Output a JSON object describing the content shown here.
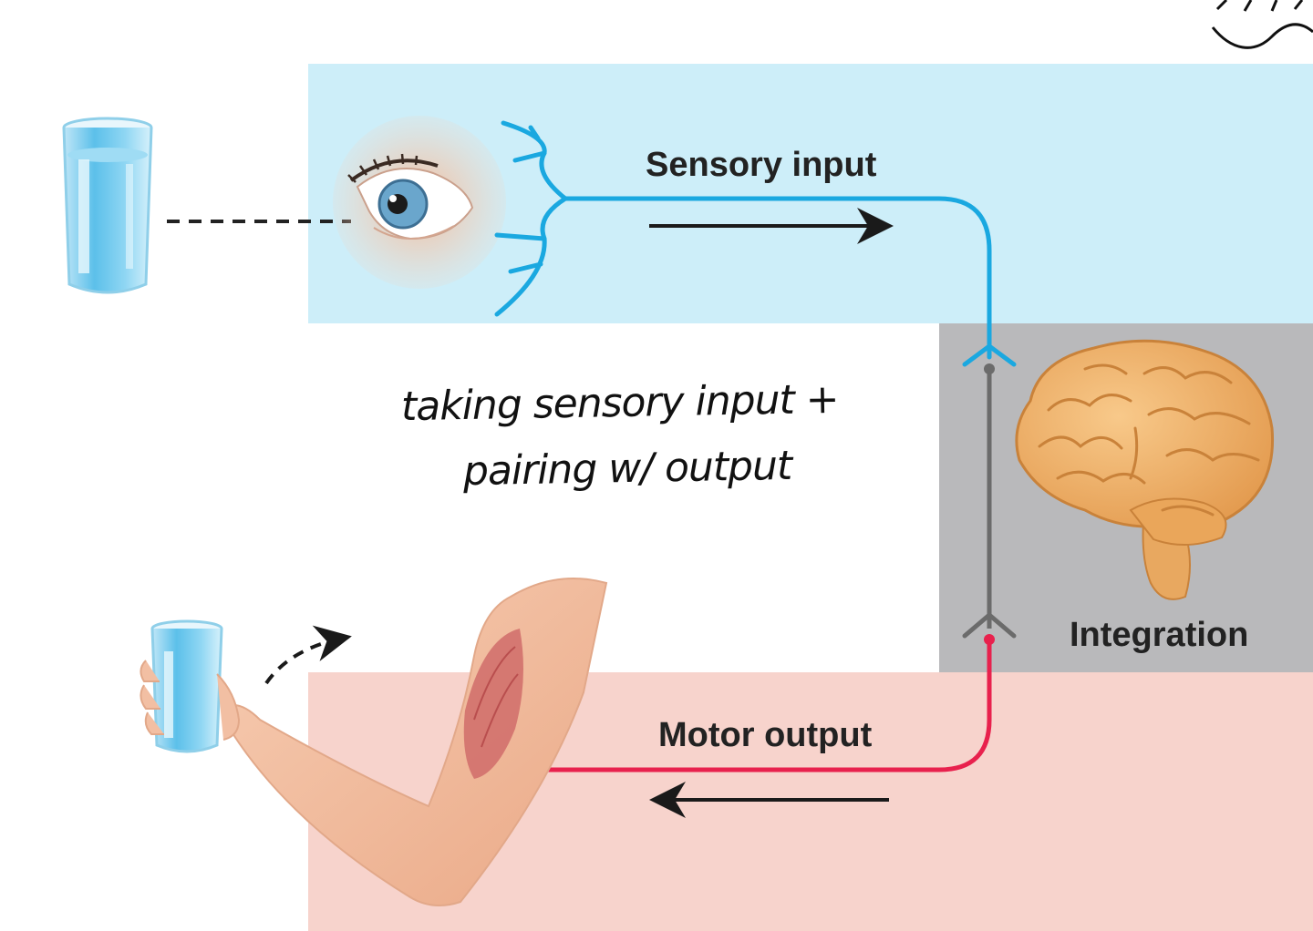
{
  "labels": {
    "sensory": "Sensory input",
    "integration": "Integration",
    "motor": "Motor output"
  },
  "annotation": {
    "line1": "taking sensory input +",
    "line2": "pairing w/ output"
  },
  "colors": {
    "sensory_panel": "#cdeef9",
    "integration_panel": "#b9b9bb",
    "motor_panel": "#f7d3cc",
    "sensory_nerve": "#1aa8e0",
    "motor_nerve": "#e8214d",
    "interneuron": "#6b6b6b",
    "brain": "#f0b36a",
    "arrow": "#1a1a1a"
  },
  "icons": [
    "water-glass-icon",
    "eye-icon",
    "brain-icon",
    "arm-holding-glass-icon",
    "flow-arrow-icon"
  ]
}
